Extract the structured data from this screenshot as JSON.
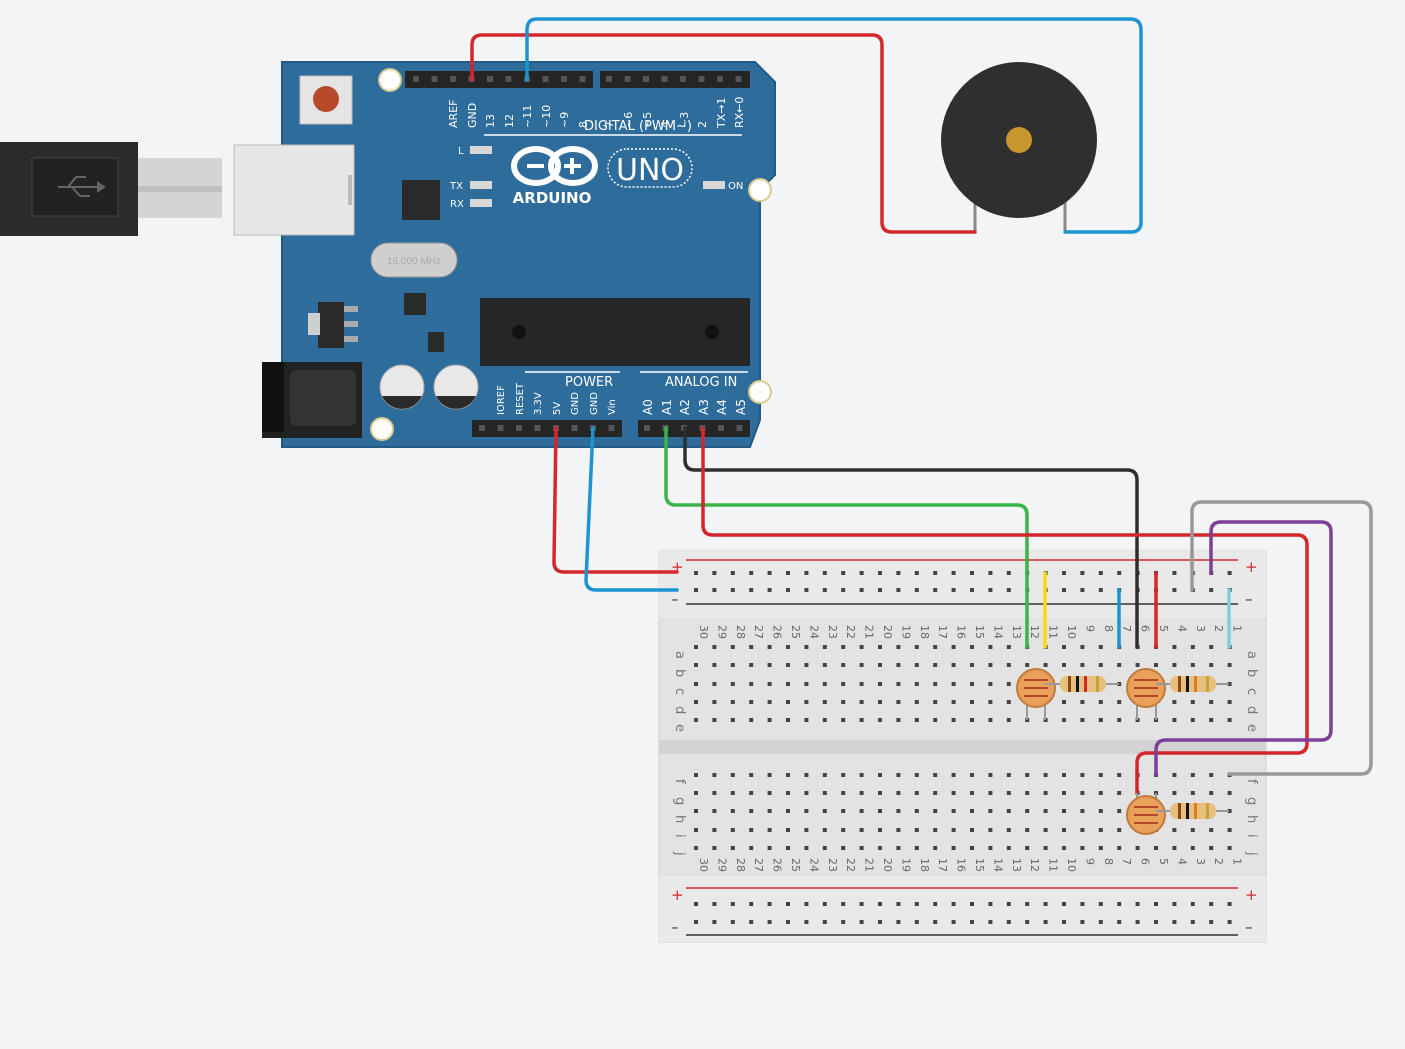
{
  "board": {
    "brand": "ARDUINO",
    "model": "UNO",
    "digital_header_label": "DIGITAL (PWM~)",
    "power_header_label": "POWER",
    "analog_header_label": "ANALOG IN",
    "led_l": "L",
    "led_tx": "TX",
    "led_rx": "RX",
    "led_on": "ON",
    "crystal_text": "16.000 MHz",
    "digital_pins": [
      "AREF",
      "GND",
      "13",
      "12",
      "~11",
      "~10",
      "~9",
      "8",
      "7",
      "~6",
      "~5",
      "4",
      "~3",
      "2",
      "TX→1",
      "RX←0"
    ],
    "power_pins": [
      "IOREF",
      "RESET",
      "3.3V",
      "5V",
      "GND",
      "GND",
      "Vin"
    ],
    "analog_pins": [
      "A0",
      "A1",
      "A2",
      "A3",
      "A4",
      "A5"
    ]
  },
  "breadboard": {
    "columns": [
      "30",
      "29",
      "28",
      "27",
      "26",
      "25",
      "24",
      "23",
      "22",
      "21",
      "20",
      "19",
      "18",
      "17",
      "16",
      "15",
      "14",
      "13",
      "12",
      "11",
      "10",
      "9",
      "8",
      "7",
      "6",
      "5",
      "4",
      "3",
      "2",
      "1"
    ],
    "rows_top": [
      "a",
      "b",
      "c",
      "d",
      "e"
    ],
    "rows_bottom": [
      "f",
      "g",
      "h",
      "i",
      "j"
    ],
    "rail_plus": "+",
    "rail_minus": "–"
  },
  "components": {
    "buzzer": "piezo-buzzer",
    "photoresistors": 3,
    "resistors": 3
  },
  "colors": {
    "board": "#2d6c9b",
    "wire_red": "#d5272b",
    "wire_blue": "#1d93cf",
    "wire_green": "#3ab54a",
    "wire_black": "#2e2e2e",
    "wire_yellow": "#f4dc13",
    "wire_purple": "#7d3f98",
    "wire_gray": "#999999",
    "wire_lightblue": "#7ad0e8",
    "background": "#f3f4f6"
  }
}
